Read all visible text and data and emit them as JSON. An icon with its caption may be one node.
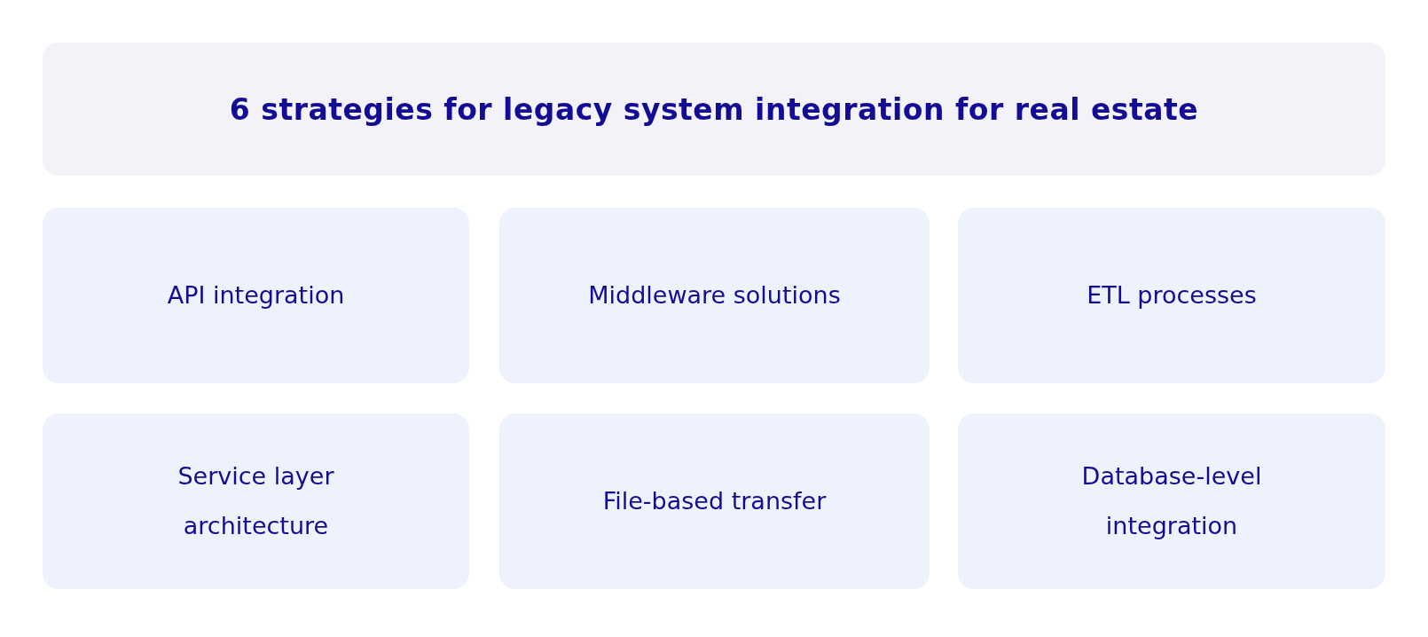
{
  "diagram": {
    "title": "6 strategies for legacy system integration for real estate",
    "nodes": [
      {
        "text": [
          "API integration"
        ]
      },
      {
        "text": [
          "Middleware solutions"
        ]
      },
      {
        "text": [
          "ETL processes"
        ]
      },
      {
        "text": [
          "Service layer architecture"
        ]
      },
      {
        "text": [
          "File-based transfer"
        ]
      },
      {
        "text": [
          "Database-level integration"
        ]
      }
    ]
  }
}
